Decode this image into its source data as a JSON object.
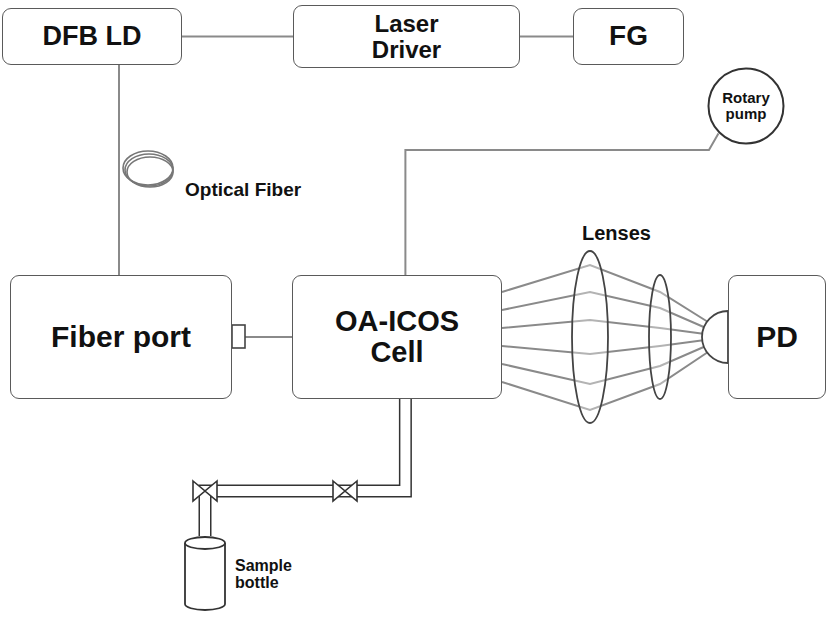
{
  "diagram": {
    "nodes": [
      {
        "text": [
          "DFB LD"
        ]
      },
      {
        "text": [
          "Laser Driver"
        ]
      },
      {
        "text": [
          "FG"
        ]
      },
      {
        "text": [
          "Rotary pump"
        ]
      },
      {
        "text": [
          "Fiber port"
        ]
      },
      {
        "text": [
          "OA-ICOS Cell"
        ]
      },
      {
        "text": [
          "PD"
        ]
      },
      {
        "text": [
          "Sample bottle"
        ]
      }
    ],
    "edges": [
      {
        "from": 0,
        "to": 1,
        "arrow": "none"
      },
      {
        "from": 1,
        "to": 2,
        "arrow": "none"
      },
      {
        "from": 0,
        "to": 4,
        "arrow": "none"
      },
      {
        "from": 4,
        "to": 5,
        "arrow": "none"
      },
      {
        "from": 5,
        "to": 3,
        "arrow": "none"
      },
      {
        "from": 7,
        "to": 5,
        "arrow": "none"
      }
    ],
    "labels": [
      "Optical Fiber",
      "Lenses"
    ]
  }
}
